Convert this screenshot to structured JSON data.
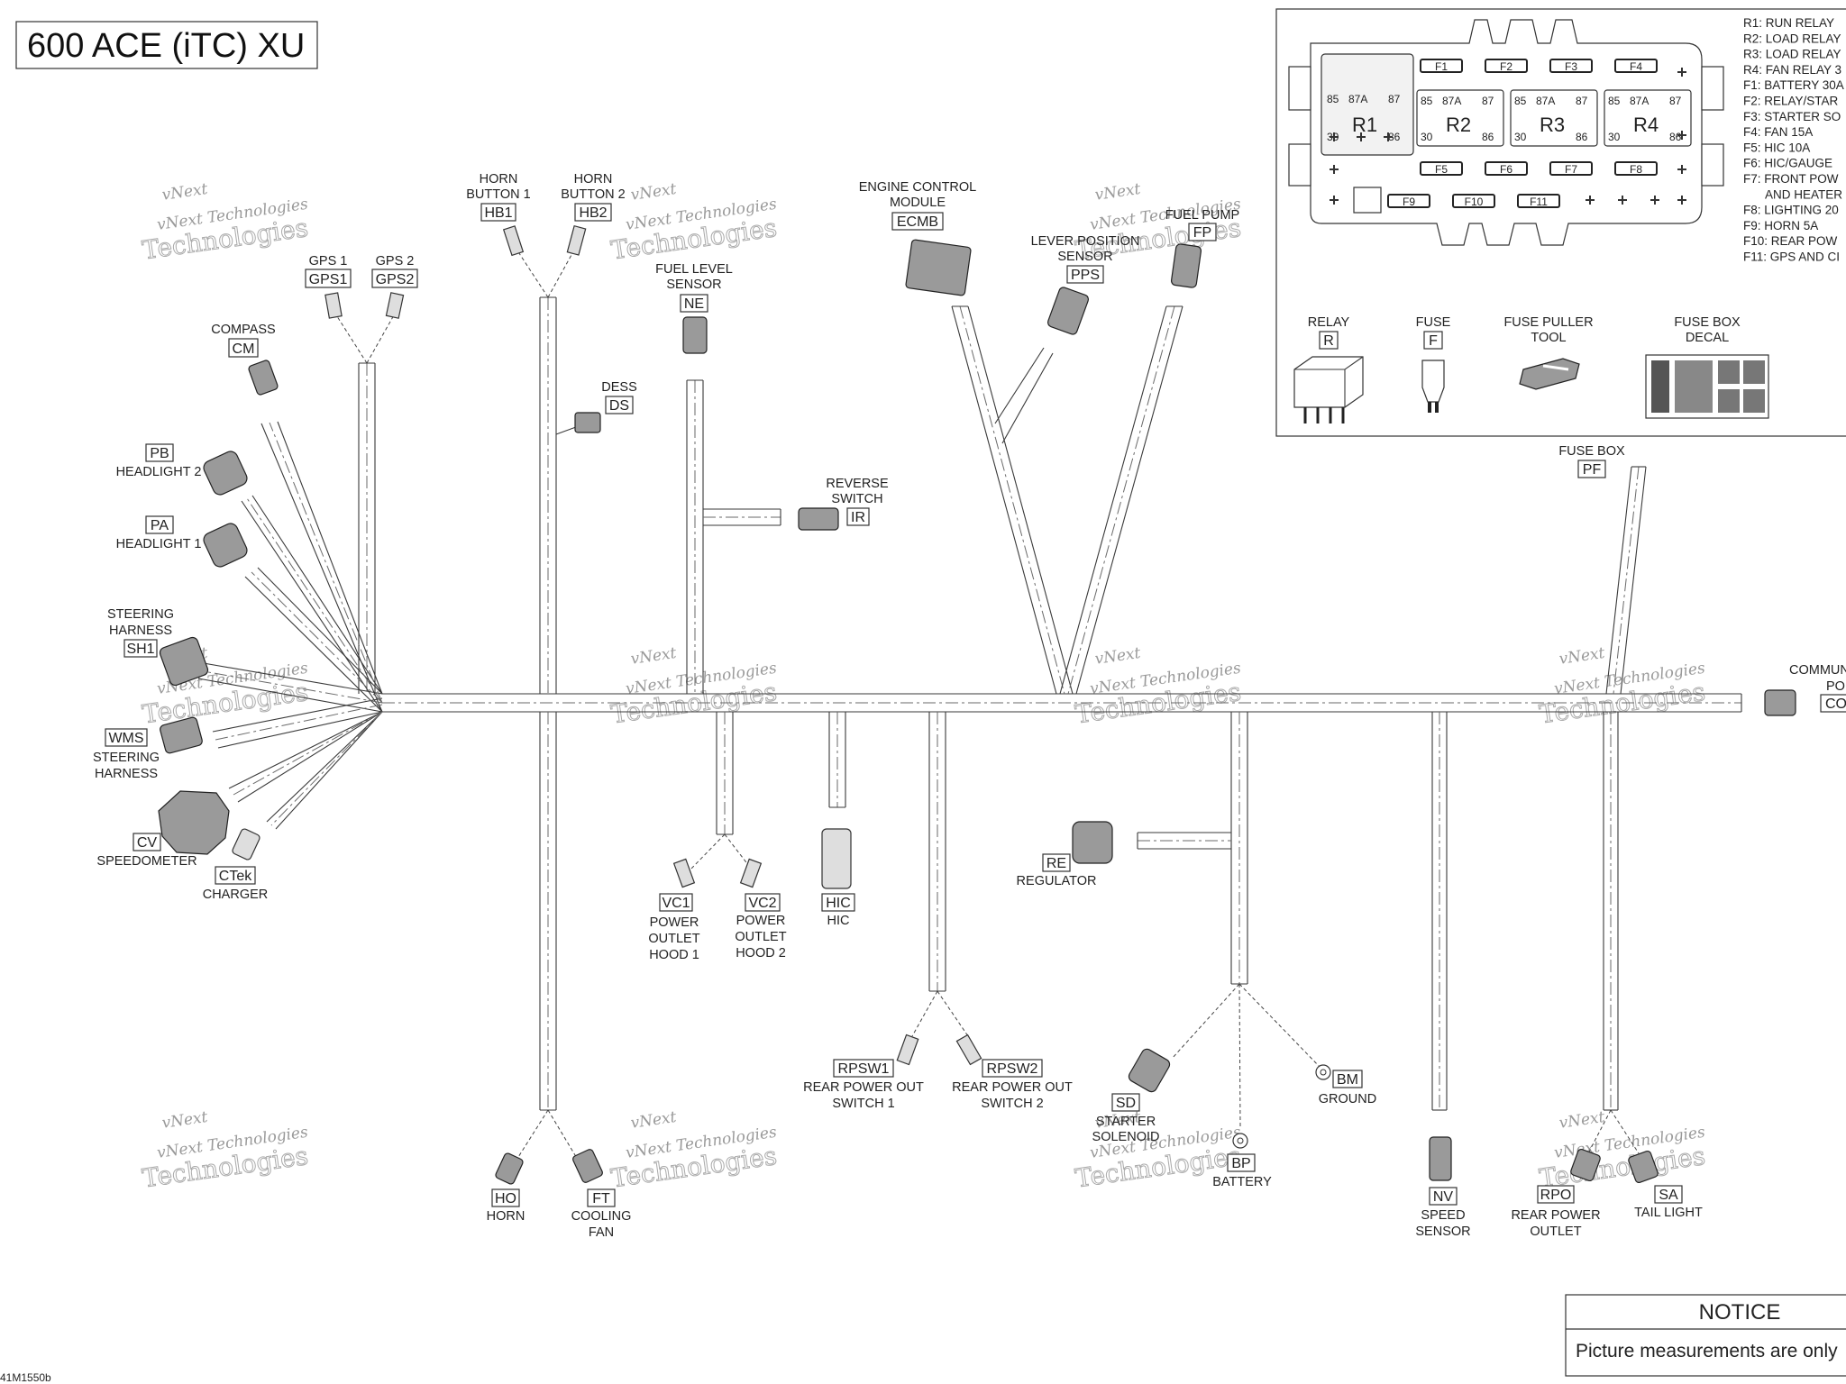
{
  "title": "600 ACE (iTC) XU",
  "footer_code": "41M1550b",
  "notice": {
    "heading": "NOTICE",
    "body": "Picture measurements are only"
  },
  "watermark": {
    "line1": "vNext Technologies",
    "line2": "Technologies",
    "line3": "vNext"
  },
  "components": {
    "gps1": {
      "label": "GPS 1",
      "code": "GPS1"
    },
    "gps2": {
      "label": "GPS 2",
      "code": "GPS2"
    },
    "compass": {
      "label": "COMPASS",
      "code": "CM"
    },
    "headlight2": {
      "label": "HEADLIGHT 2",
      "code": "PB"
    },
    "headlight1": {
      "label": "HEADLIGHT 1",
      "code": "PA"
    },
    "steering_harness_sh1": {
      "label1": "STEERING",
      "label2": "HARNESS",
      "code": "SH1"
    },
    "steering_harness_wms": {
      "label1": "STEERING",
      "label2": "HARNESS",
      "code": "WMS"
    },
    "speedometer": {
      "label": "SPEEDOMETER",
      "code": "CV"
    },
    "charger": {
      "label": "CHARGER",
      "code": "CTek"
    },
    "horn_button1": {
      "label1": "HORN",
      "label2": "BUTTON 1",
      "code": "HB1"
    },
    "horn_button2": {
      "label1": "HORN",
      "label2": "BUTTON 2",
      "code": "HB2"
    },
    "dess": {
      "label": "DESS",
      "code": "DS"
    },
    "fuel_level": {
      "label1": "FUEL LEVEL",
      "label2": "SENSOR",
      "code": "NE"
    },
    "reverse_switch": {
      "label1": "REVERSE",
      "label2": "SWITCH",
      "code": "IR"
    },
    "ecm": {
      "label1": "ENGINE CONTROL",
      "label2": "MODULE",
      "code": "ECMB"
    },
    "lever_position": {
      "label1": "LEVER POSITION",
      "label2": "SENSOR",
      "code": "PPS"
    },
    "fuel_pump": {
      "label": "FUEL PUMP",
      "code": "FP"
    },
    "fuse_box": {
      "label": "FUSE BOX",
      "code": "PF"
    },
    "communication": {
      "label1": "COMMUN",
      "label2": "PO",
      "code": "CO"
    },
    "power_outlet1": {
      "label1": "POWER",
      "label2": "OUTLET",
      "label3": "HOOD 1",
      "code": "VC1"
    },
    "power_outlet2": {
      "label1": "POWER",
      "label2": "OUTLET",
      "label3": "HOOD 2",
      "code": "VC2"
    },
    "hic": {
      "label": "HIC",
      "code": "HIC"
    },
    "regulator": {
      "label": "REGULATOR",
      "code": "RE"
    },
    "rpsw1": {
      "label1": "REAR POWER OUT",
      "label2": "SWITCH 1",
      "code": "RPSW1"
    },
    "rpsw2": {
      "label1": "REAR POWER OUT",
      "label2": "SWITCH 2",
      "code": "RPSW2"
    },
    "horn": {
      "label": "HORN",
      "code": "HO"
    },
    "cooling_fan": {
      "label1": "COOLING",
      "label2": "FAN",
      "code": "FT"
    },
    "starter_solenoid": {
      "label1": "STARTER",
      "label2": "SOLENOID",
      "code": "SD"
    },
    "battery": {
      "label": "BATTERY",
      "code": "BP"
    },
    "ground": {
      "label": "GROUND",
      "code": "BM"
    },
    "speed_sensor": {
      "label1": "SPEED",
      "label2": "SENSOR",
      "code": "NV"
    },
    "rear_power_outlet": {
      "label1": "REAR POWER",
      "label2": "OUTLET",
      "code": "RPO"
    },
    "tail_light": {
      "label": "TAIL LIGHT",
      "code": "SA"
    }
  },
  "fuse_panel": {
    "relays": [
      {
        "name": "R1",
        "pins": [
          "85",
          "87A",
          "87",
          "30",
          "86"
        ]
      },
      {
        "name": "R2",
        "pins": [
          "85",
          "87A",
          "87",
          "30",
          "86"
        ]
      },
      {
        "name": "R3",
        "pins": [
          "85",
          "87A",
          "87",
          "30",
          "86"
        ]
      },
      {
        "name": "R4",
        "pins": [
          "85",
          "87A",
          "87",
          "30",
          "86"
        ]
      }
    ],
    "fuses_top": [
      "F1",
      "F2",
      "F3",
      "F4"
    ],
    "fuses_mid": [
      "F5",
      "F6",
      "F7",
      "F8"
    ],
    "fuses_bot": [
      "F9",
      "F10",
      "F11"
    ],
    "parts": [
      {
        "label1": "RELAY",
        "label2": "",
        "code": "R"
      },
      {
        "label1": "FUSE",
        "label2": "",
        "code": "F"
      },
      {
        "label1": "FUSE PULLER",
        "label2": "TOOL",
        "code": ""
      },
      {
        "label1": "FUSE BOX",
        "label2": "DECAL",
        "code": ""
      }
    ],
    "legend": [
      "R1: RUN RELAY",
      "R2: LOAD RELAY",
      "R3: LOAD RELAY",
      "R4: FAN RELAY 3",
      "F1: BATTERY 30A",
      "F2: RELAY/STAR",
      "F3: STARTER SO",
      "F4: FAN 15A",
      "F5: HIC 10A",
      "F6: HIC/GAUGE",
      "F7: FRONT POW",
      "AND HEATER",
      "F8: LIGHTING 20",
      "F9: HORN 5A",
      "F10: REAR POW",
      "F11: GPS AND CI"
    ]
  }
}
